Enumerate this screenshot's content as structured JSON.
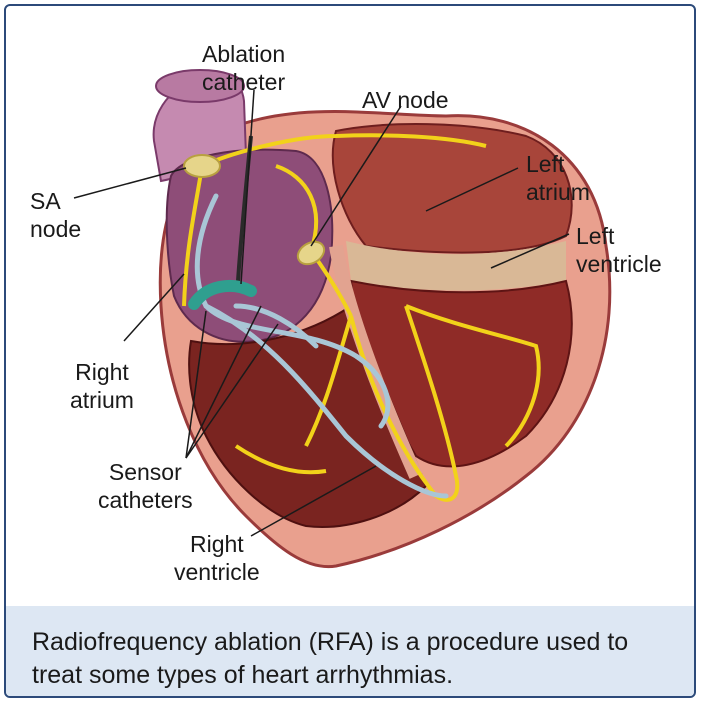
{
  "labels": {
    "ablation_catheter": [
      "Ablation",
      "catheter"
    ],
    "av_node": "AV node",
    "sa_node": [
      "SA",
      "node"
    ],
    "left_atrium": [
      "Left",
      "atrium"
    ],
    "left_ventricle": [
      "Left",
      "ventricle"
    ],
    "right_atrium": [
      "Right",
      "atrium"
    ],
    "sensor_catheters": [
      "Sensor",
      "catheters"
    ],
    "right_ventricle": [
      "Right",
      "ventricle"
    ]
  },
  "caption": "Radiofrequency ablation (RFA) is a procedure used to treat some types of heart arrhythmias.",
  "colors": {
    "border": "#2c4a7a",
    "caption_bg": "#dde7f3",
    "heart_outer": "#e9a08e",
    "heart_dark": "#7a1f1f",
    "nerve": "#f2d21a",
    "catheter": "#a9c6d6",
    "ablation_tip": "#2f9f8f"
  }
}
